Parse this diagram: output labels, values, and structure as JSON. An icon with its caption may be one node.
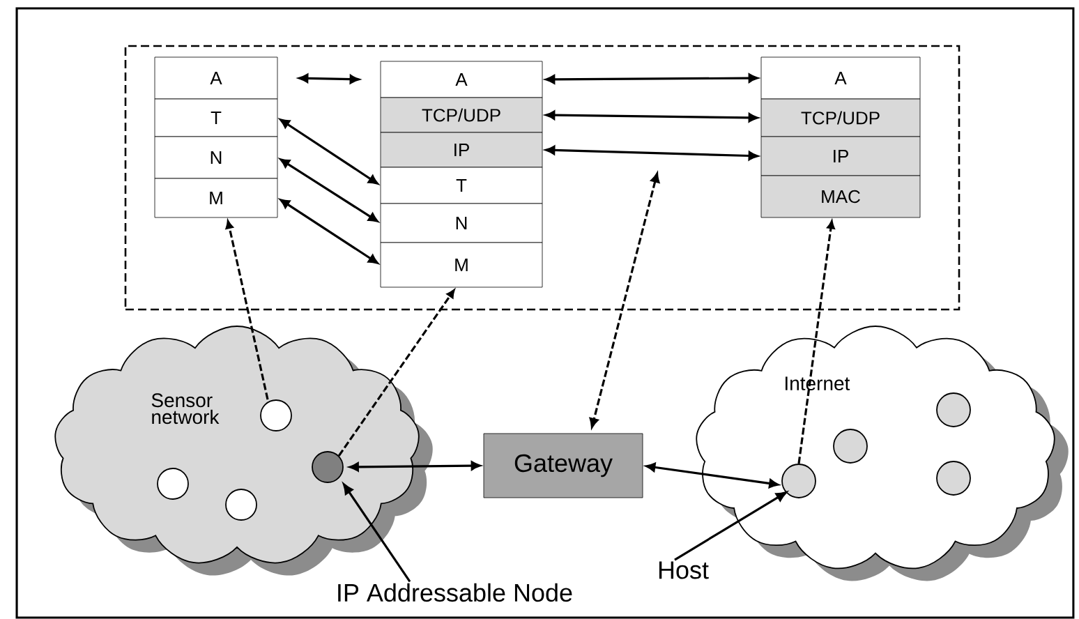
{
  "diagram": {
    "nodes": [
      {
        "text": [],
        "shape": "box"
      },
      {
        "text": [
          "A"
        ],
        "in": 0
      },
      {
        "text": [
          "T"
        ],
        "in": 0
      },
      {
        "text": [
          "N"
        ],
        "in": 0
      },
      {
        "text": [
          "M"
        ],
        "in": 0
      },
      {
        "text": [
          "A"
        ],
        "in": 0
      },
      {
        "text": [
          "TCP/UDP"
        ],
        "in": 0
      },
      {
        "text": [
          "IP"
        ],
        "in": 0
      },
      {
        "text": [
          "T"
        ],
        "in": 0
      },
      {
        "text": [
          "N"
        ],
        "in": 0
      },
      {
        "text": [
          "M"
        ],
        "in": 0
      },
      {
        "text": [
          "A"
        ],
        "in": 0
      },
      {
        "text": [
          "TCP/UDP"
        ],
        "in": 0
      },
      {
        "text": [
          "IP"
        ],
        "in": 0
      },
      {
        "text": [
          "MAC"
        ],
        "in": 0
      },
      {
        "text": [
          "Sensor network"
        ]
      },
      {
        "text": [],
        "shape": "circle",
        "in": 15
      },
      {
        "text": [],
        "shape": "circle",
        "in": 15
      },
      {
        "text": [],
        "shape": "circle",
        "in": 15
      },
      {
        "text": [],
        "shape": "circle",
        "in": 15
      },
      {
        "text": [
          "Gateway"
        ]
      },
      {
        "text": [
          "Internet"
        ]
      },
      {
        "text": [],
        "shape": "circle",
        "in": 21
      },
      {
        "text": [],
        "shape": "circle",
        "in": 21
      },
      {
        "text": [],
        "shape": "circle",
        "in": 21
      },
      {
        "text": [],
        "shape": "circle",
        "in": 21
      },
      {
        "text": [
          "IP Addressable Node"
        ]
      },
      {
        "text": [
          "Host"
        ]
      }
    ],
    "edges": [
      {
        "from": 1,
        "to": 5,
        "arrow": "both"
      },
      {
        "from": 2,
        "to": 8,
        "arrow": "both"
      },
      {
        "from": 3,
        "to": 9,
        "arrow": "both"
      },
      {
        "from": 4,
        "to": 10,
        "arrow": "both"
      },
      {
        "from": 5,
        "to": 11,
        "arrow": "both"
      },
      {
        "from": 6,
        "to": 12,
        "arrow": "both"
      },
      {
        "from": 7,
        "to": 13,
        "arrow": "both"
      },
      {
        "from": 16,
        "to": 4,
        "arrow": "to",
        "style": "dashed"
      },
      {
        "from": 19,
        "to": 10,
        "arrow": "to",
        "style": "dashed"
      },
      {
        "from": null,
        "to": 20,
        "arrow": "both",
        "style": "dashed"
      },
      {
        "from": 22,
        "to": 14,
        "arrow": "to",
        "style": "dashed"
      },
      {
        "from": 19,
        "to": 20,
        "arrow": "both"
      },
      {
        "from": 20,
        "to": 22,
        "arrow": "both"
      },
      {
        "from": 26,
        "to": 19,
        "arrow": "to"
      },
      {
        "from": 27,
        "to": 22,
        "arrow": "to"
      }
    ]
  }
}
